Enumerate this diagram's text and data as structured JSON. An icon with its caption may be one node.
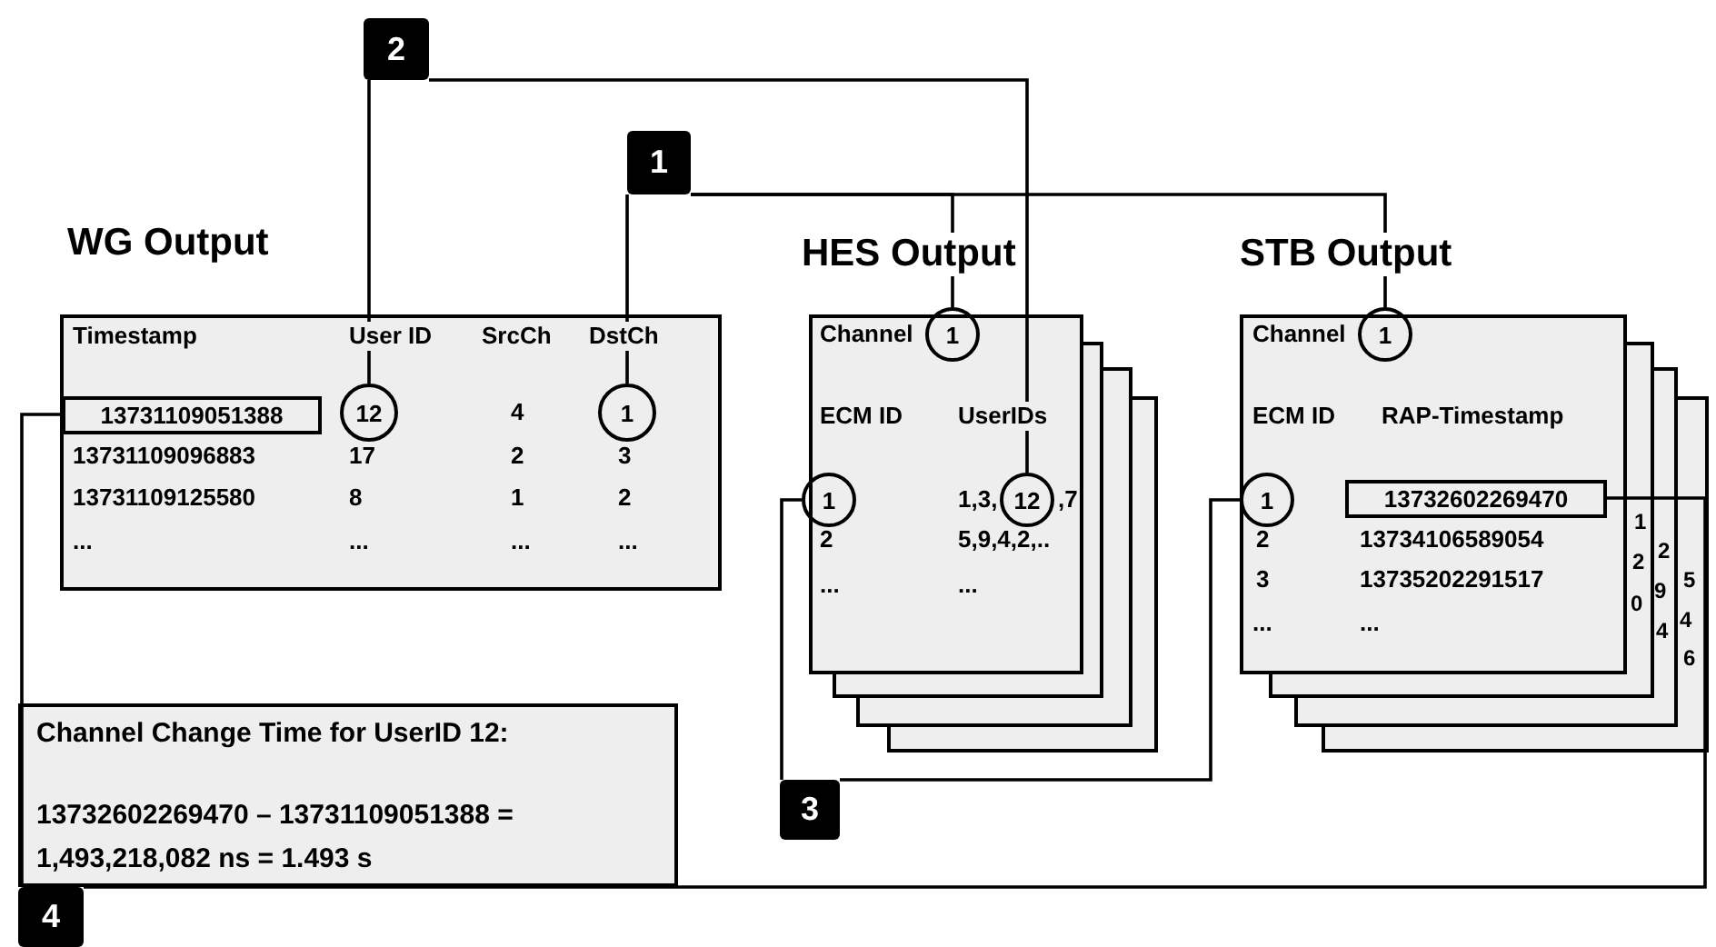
{
  "diagram": {
    "nodes": [
      {
        "text": [
          "WG Output",
          "Timestamp",
          "User ID",
          "SrcCh",
          "DstCh",
          "4",
          "13731109096883",
          "17",
          "2",
          "3",
          "13731109125580",
          "8",
          "1",
          "2",
          "...",
          "...",
          "...",
          "..."
        ]
      },
      {
        "text": [
          "13731109051388"
        ],
        "in": 0
      },
      {
        "text": [
          "12"
        ],
        "in": 0
      },
      {
        "text": [
          "1"
        ],
        "in": 0
      },
      {
        "text": [
          "HES Output",
          "Channel",
          "ECM ID",
          "UserIDs",
          "1,3,",
          ",7",
          "2",
          "5,9,4,2,..",
          "...",
          "..."
        ]
      },
      {
        "text": [
          "1"
        ],
        "in": 4
      },
      {
        "text": [
          "1"
        ],
        "in": 4
      },
      {
        "text": [
          "12"
        ],
        "in": 4
      },
      {
        "text": [
          "STB Output",
          "Channel",
          "ECM ID",
          "RAP-Timestamp",
          "2",
          "13734106589054",
          "3",
          "13735202291517",
          "...",
          "..."
        ]
      },
      {
        "text": [
          "1"
        ],
        "in": 8
      },
      {
        "text": [
          "1"
        ],
        "in": 8
      },
      {
        "text": [
          "13732602269470"
        ],
        "in": 8
      },
      {
        "text": [
          "Channel Change Time for UserID 12:",
          "13732602269470 – 13731109051388 = 1,493,218,082 ns = 1.493 s"
        ]
      },
      {
        "text": [
          "1"
        ]
      },
      {
        "text": [
          "2"
        ]
      },
      {
        "text": [
          "3"
        ]
      },
      {
        "text": [
          "4"
        ]
      }
    ],
    "edges": [
      {
        "from": 13,
        "to": 3,
        "arrow": "none"
      },
      {
        "from": 13,
        "to": 5,
        "arrow": "none"
      },
      {
        "from": 13,
        "to": 9,
        "arrow": "none"
      },
      {
        "from": 14,
        "to": 2,
        "arrow": "none"
      },
      {
        "from": 14,
        "to": 7,
        "arrow": "none"
      },
      {
        "from": 15,
        "to": 6,
        "arrow": "none"
      },
      {
        "from": 15,
        "to": 10,
        "arrow": "none"
      },
      {
        "from": 16,
        "to": 1,
        "arrow": "none"
      },
      {
        "from": 16,
        "to": 11,
        "arrow": "none"
      }
    ],
    "labels": [
      "1",
      "2",
      "2",
      "5",
      "9",
      "0",
      "4",
      "4",
      "6"
    ]
  }
}
